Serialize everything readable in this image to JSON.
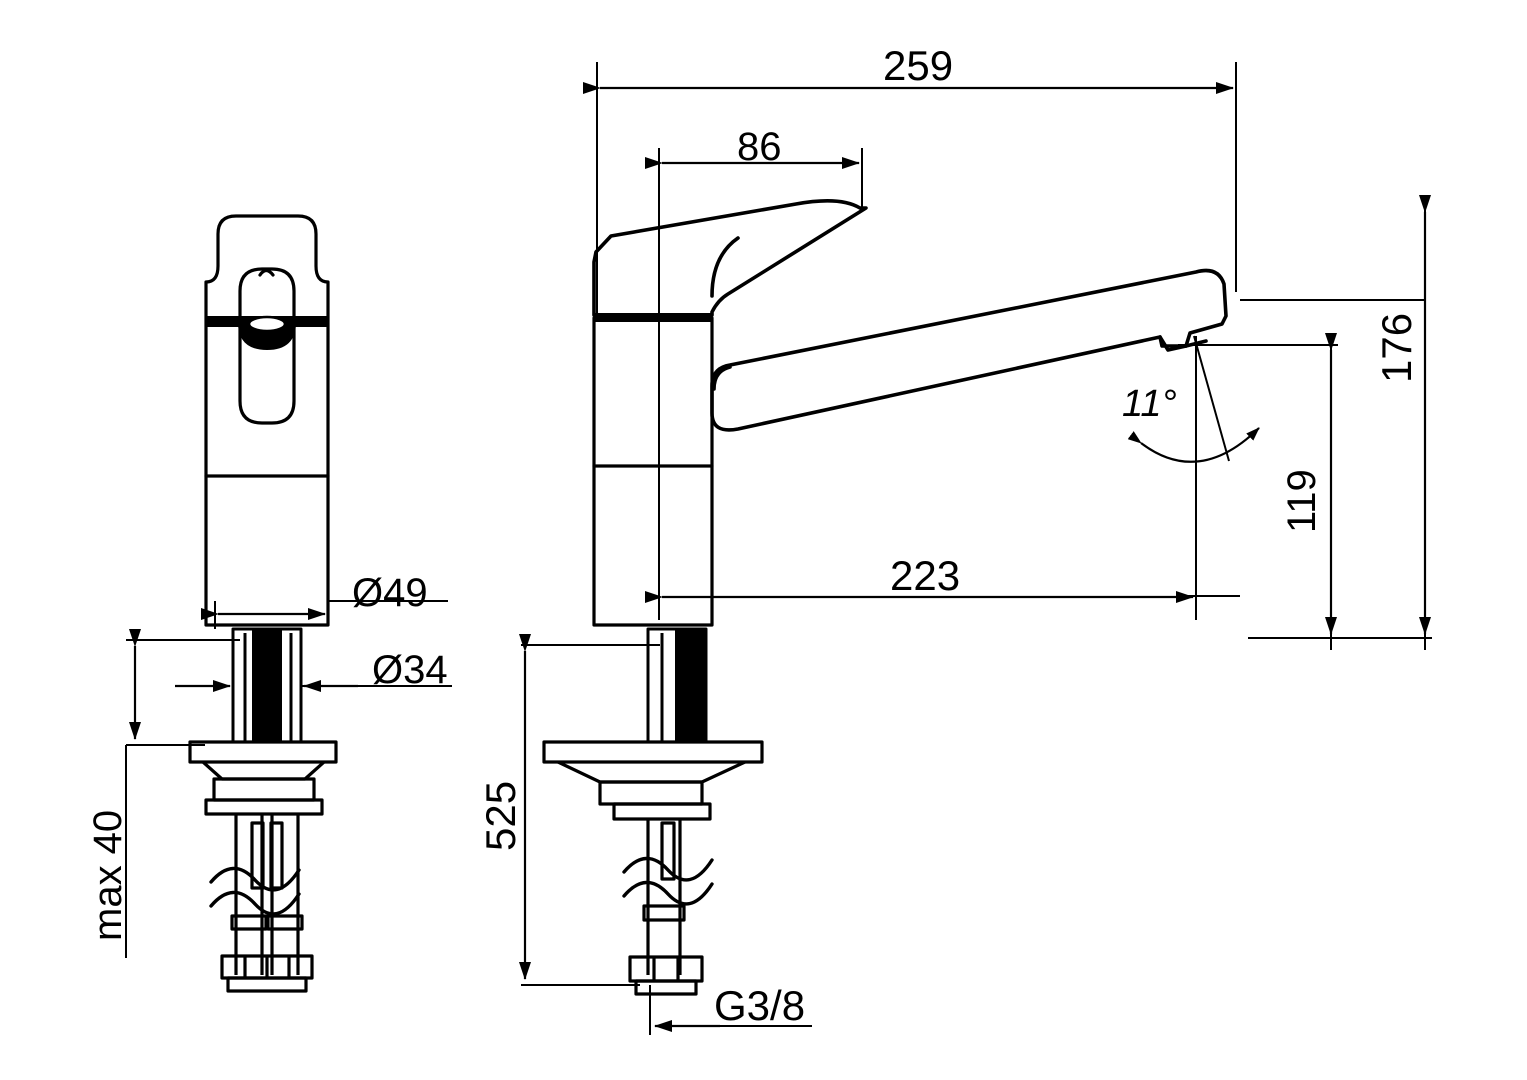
{
  "drawing": {
    "title": "Single-lever kitchen mixer tap — dimensioned technical drawing",
    "line_color": "#000000",
    "background_color": "#ffffff",
    "units": "mm",
    "views": [
      {
        "name": "front-elevation",
        "position": "left"
      },
      {
        "name": "side-elevation",
        "position": "right"
      }
    ]
  },
  "dimensions": {
    "overall_reach": {
      "label": "259",
      "orientation": "horizontal",
      "view": "side-elevation"
    },
    "lever_offset": {
      "label": "86",
      "orientation": "horizontal",
      "view": "side-elevation"
    },
    "spout_projection": {
      "label": "223",
      "orientation": "horizontal",
      "view": "side-elevation"
    },
    "overall_height": {
      "label": "176",
      "orientation": "vertical",
      "view": "side-elevation"
    },
    "spout_height": {
      "label": "119",
      "orientation": "vertical",
      "view": "side-elevation"
    },
    "aerator_angle": {
      "label": "11°",
      "orientation": "angular",
      "view": "side-elevation"
    },
    "body_diameter": {
      "label": "Ø49",
      "orientation": "horizontal",
      "view": "front-elevation"
    },
    "shank_diameter": {
      "label": "Ø34",
      "orientation": "horizontal",
      "view": "front-elevation"
    },
    "max_deck_thickness": {
      "label": "max 40",
      "orientation": "vertical",
      "view": "front-elevation"
    },
    "hose_length": {
      "label": "525",
      "orientation": "vertical",
      "view": "side-elevation"
    },
    "connection_thread": {
      "label": "G3/8",
      "orientation": "leader",
      "view": "side-elevation"
    }
  }
}
